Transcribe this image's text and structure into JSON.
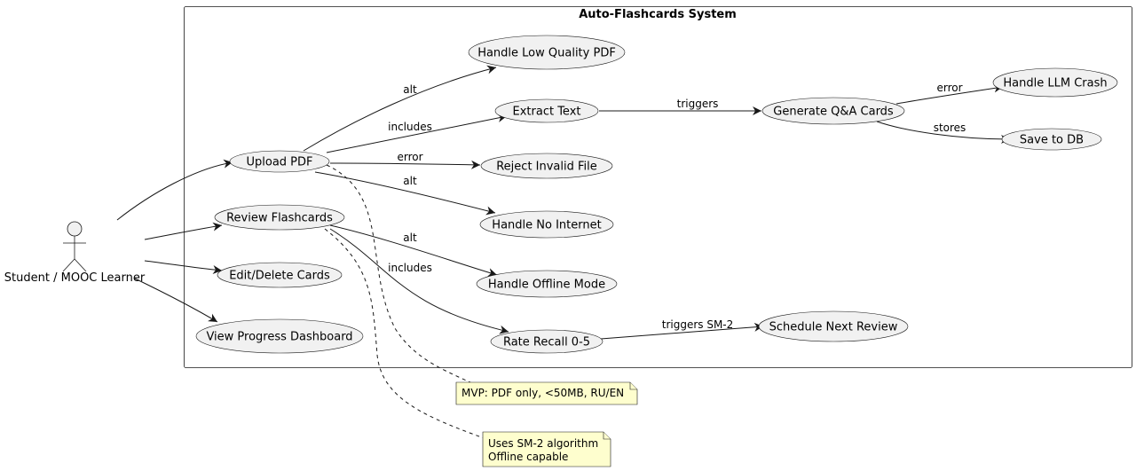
{
  "system": {
    "title": "Auto-Flashcards System"
  },
  "actor": {
    "label": "Student / MOOC Learner"
  },
  "usecases": {
    "upload_pdf": "Upload PDF",
    "review_flashcards": "Review Flashcards",
    "edit_delete_cards": "Edit/Delete Cards",
    "view_progress_dashboard": "View Progress Dashboard",
    "handle_low_quality_pdf": "Handle Low Quality PDF",
    "extract_text": "Extract Text",
    "reject_invalid_file": "Reject Invalid File",
    "handle_no_internet": "Handle No Internet",
    "handle_offline_mode": "Handle Offline Mode",
    "rate_recall": "Rate Recall 0-5",
    "generate_qa_cards": "Generate Q&A Cards",
    "schedule_next_review": "Schedule Next Review",
    "handle_llm_crash": "Handle LLM Crash",
    "save_to_db": "Save to DB"
  },
  "relations": {
    "upload_to_low_quality": "alt",
    "upload_to_extract": "includes",
    "upload_to_reject": "error",
    "upload_to_no_internet": "alt",
    "review_to_offline": "alt",
    "review_to_rate": "includes",
    "extract_to_generate": "triggers",
    "generate_to_llm_crash": "error",
    "generate_to_save": "stores",
    "rate_to_schedule": "triggers SM-2"
  },
  "notes": {
    "mvp": "MVP: PDF only, <50MB, RU/EN",
    "sm2_line1": "Uses SM-2 algorithm",
    "sm2_line2": "Offline capable"
  }
}
